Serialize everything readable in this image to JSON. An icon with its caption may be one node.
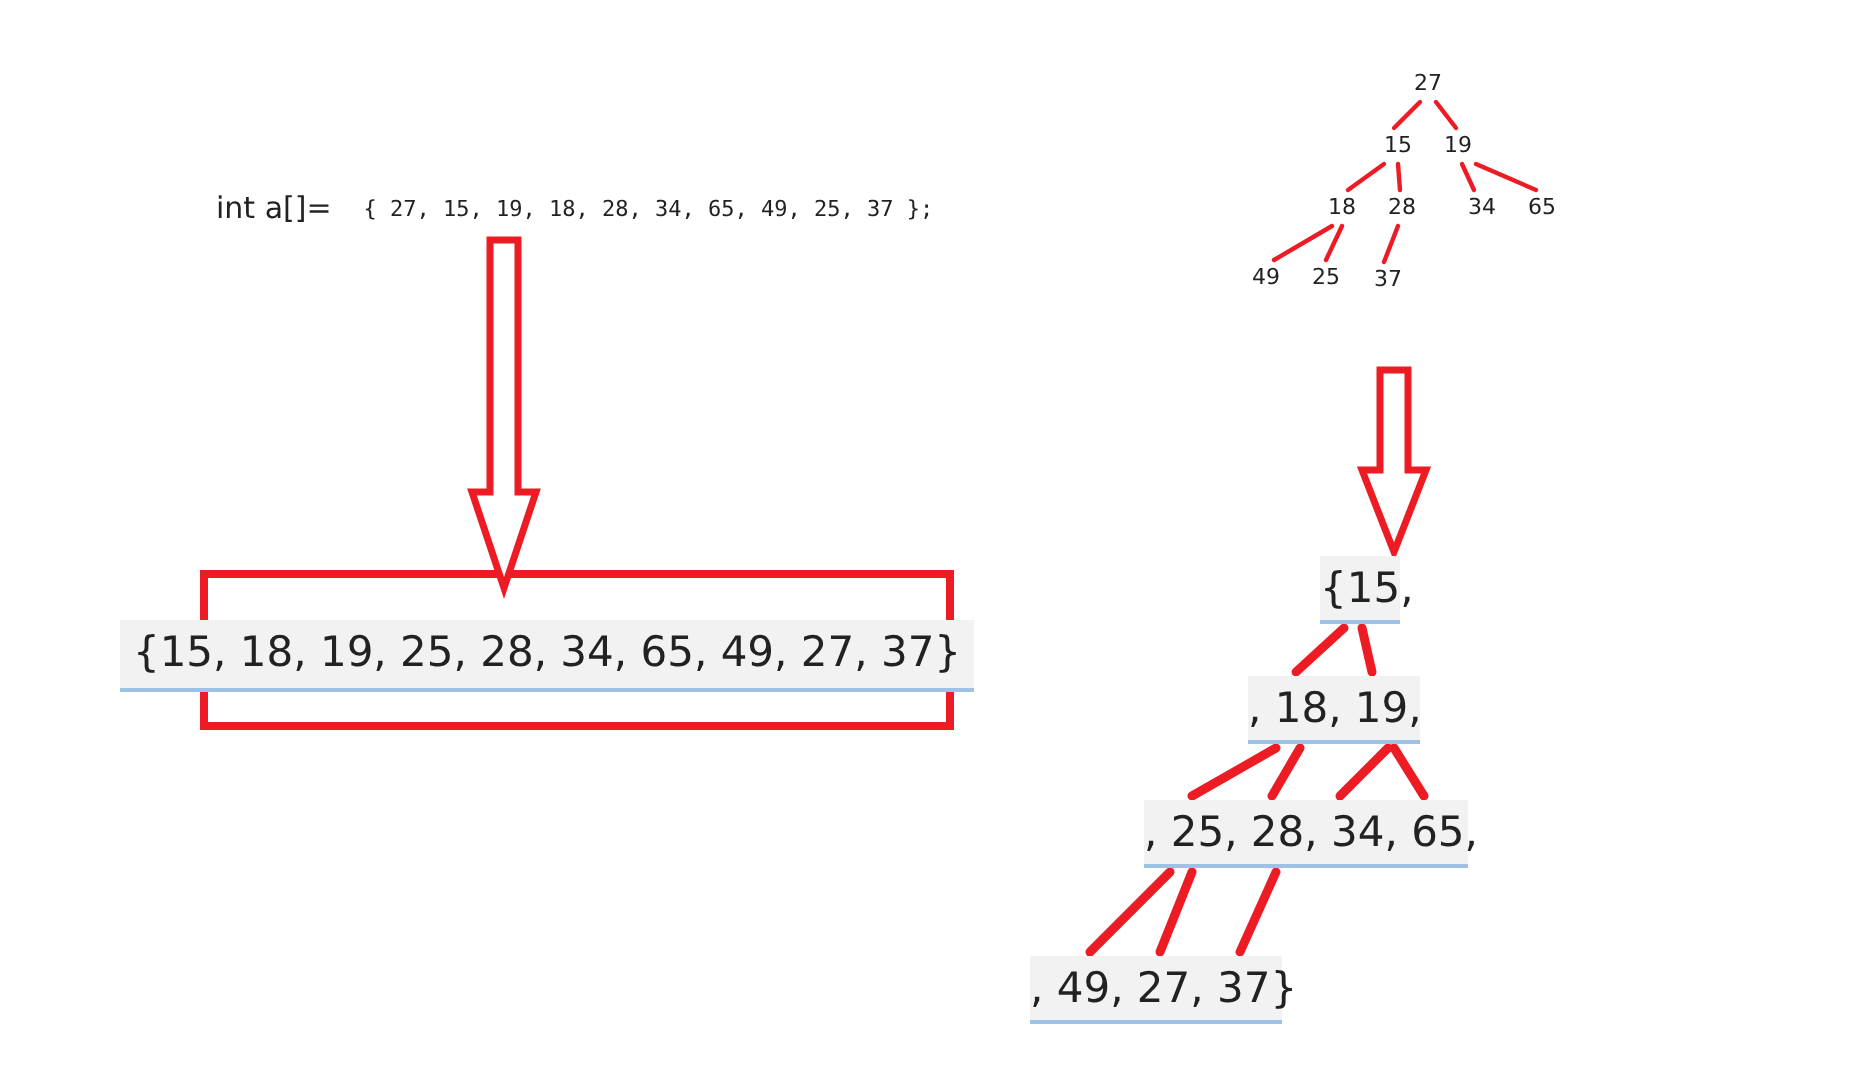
{
  "diagram": {
    "nodes": [
      {
        "text": [
          "int a[]=",
          "{ 27, 15, 19, 18, 28, 34, 65, 49, 25, 37 };"
        ]
      },
      {
        "text": [
          "{15, 18, 19, 25, 28, 34, 65, 49, 27, 37}"
        ]
      },
      {
        "text": [
          "27"
        ]
      },
      {
        "text": [
          "15"
        ]
      },
      {
        "text": [
          "19"
        ]
      },
      {
        "text": [
          "18"
        ]
      },
      {
        "text": [
          "28"
        ]
      },
      {
        "text": [
          "34"
        ]
      },
      {
        "text": [
          "65"
        ]
      },
      {
        "text": [
          "49"
        ]
      },
      {
        "text": [
          "25"
        ]
      },
      {
        "text": [
          "37"
        ]
      },
      {
        "text": [
          "{15,"
        ]
      },
      {
        "text": [
          ", 18, 19,"
        ]
      },
      {
        "text": [
          ", 25, 28, 34, 65,"
        ]
      },
      {
        "text": [
          ", 49, 27, 37}"
        ]
      }
    ],
    "edges": [
      {
        "from": 0,
        "to": 1,
        "arrow": "to",
        "style": "thick"
      },
      {
        "from": 2,
        "to": 3,
        "arrow": "none"
      },
      {
        "from": 2,
        "to": 4,
        "arrow": "none"
      },
      {
        "from": 3,
        "to": 5,
        "arrow": "none"
      },
      {
        "from": 3,
        "to": 6,
        "arrow": "none"
      },
      {
        "from": 4,
        "to": 7,
        "arrow": "none"
      },
      {
        "from": 4,
        "to": 8,
        "arrow": "none"
      },
      {
        "from": 5,
        "to": 9,
        "arrow": "none"
      },
      {
        "from": 5,
        "to": 10,
        "arrow": "none"
      },
      {
        "from": 6,
        "to": 11,
        "arrow": "none"
      },
      {
        "from": null,
        "to": 12,
        "arrow": "to",
        "style": "thick"
      },
      {
        "from": 12,
        "to": 13,
        "arrow": "none",
        "style": "thick"
      },
      {
        "from": 12,
        "to": 13,
        "arrow": "none",
        "style": "thick"
      },
      {
        "from": 13,
        "to": 14,
        "arrow": "none",
        "style": "thick"
      },
      {
        "from": 13,
        "to": 14,
        "arrow": "none",
        "style": "thick"
      },
      {
        "from": 13,
        "to": 14,
        "arrow": "none",
        "style": "thick"
      },
      {
        "from": 13,
        "to": 14,
        "arrow": "none",
        "style": "thick"
      },
      {
        "from": 14,
        "to": 15,
        "arrow": "none",
        "style": "thick"
      },
      {
        "from": 14,
        "to": 15,
        "arrow": "none",
        "style": "thick"
      },
      {
        "from": 14,
        "to": 15,
        "arrow": "none",
        "style": "thick"
      }
    ]
  }
}
